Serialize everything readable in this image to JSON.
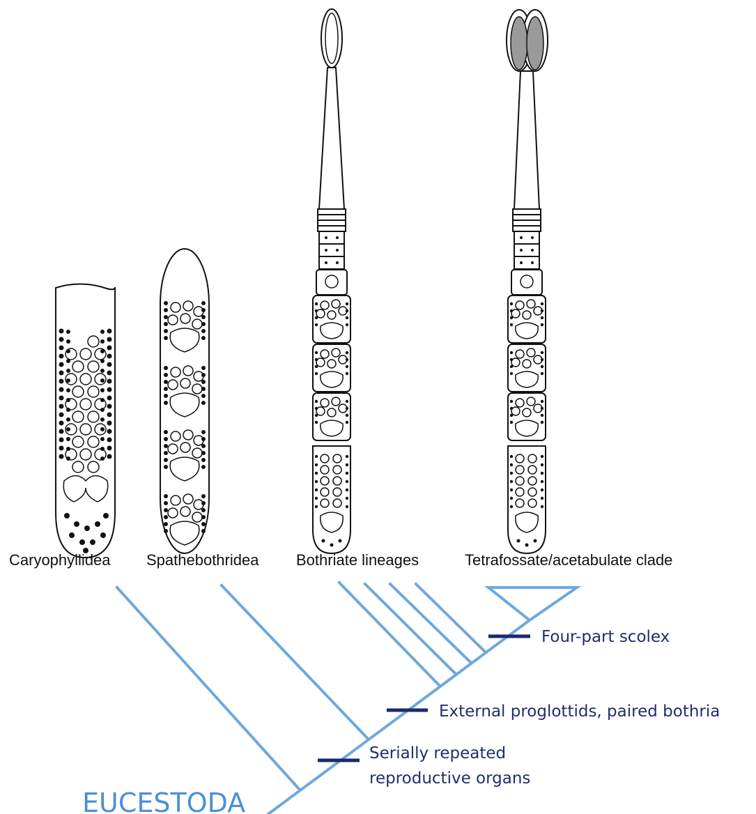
{
  "taxa": {
    "caryophyllidea": "Caryophyllidea",
    "spathebothridea": "Spathebothridea",
    "bothriate": "Bothriate lineages",
    "tetrafossate": "Tetrafossate/acetabulate clade"
  },
  "characters": {
    "four_part_scolex": "Four-part scolex",
    "external_proglottids": "External proglottids, paired bothria",
    "serially_repeated_line1": "Serially repeated",
    "serially_repeated_line2": "reproductive organs"
  },
  "root": {
    "label": "EUCESTODA"
  },
  "colors": {
    "branch": "#6fa8dc",
    "character_bar": "#1a2a6c",
    "character_text": "#1f2f6b",
    "root_text": "#4a90d9"
  }
}
